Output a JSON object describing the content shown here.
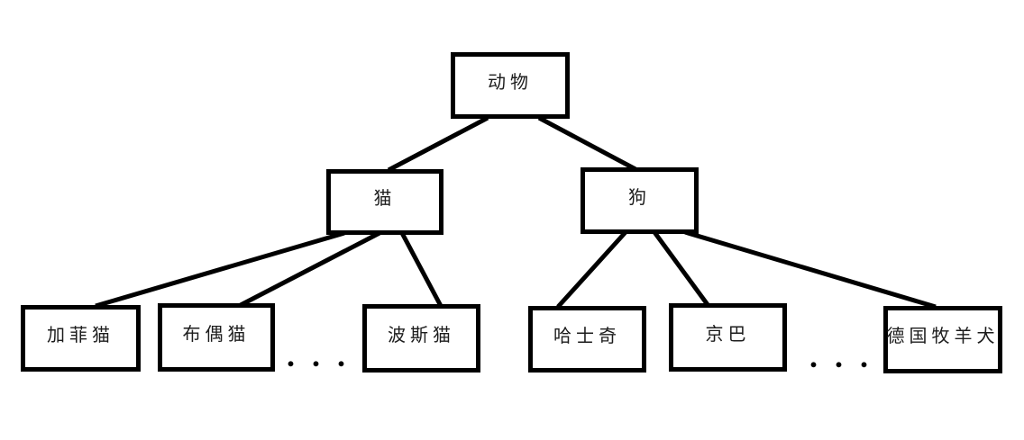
{
  "diagram": {
    "type": "tree",
    "background_color": "#ffffff",
    "node_border_color": "#000000",
    "edge_color": "#000000",
    "root": {
      "label": "动物"
    },
    "branches": [
      {
        "label": "猫",
        "children": [
          {
            "label": "加菲猫"
          },
          {
            "label": "布偶猫"
          },
          {
            "label": "波斯猫"
          }
        ],
        "ellipsis": ". . ."
      },
      {
        "label": "狗",
        "children": [
          {
            "label": "哈士奇"
          },
          {
            "label": "京巴"
          },
          {
            "label": "德国牧羊犬"
          }
        ],
        "ellipsis": ". . ."
      }
    ]
  }
}
